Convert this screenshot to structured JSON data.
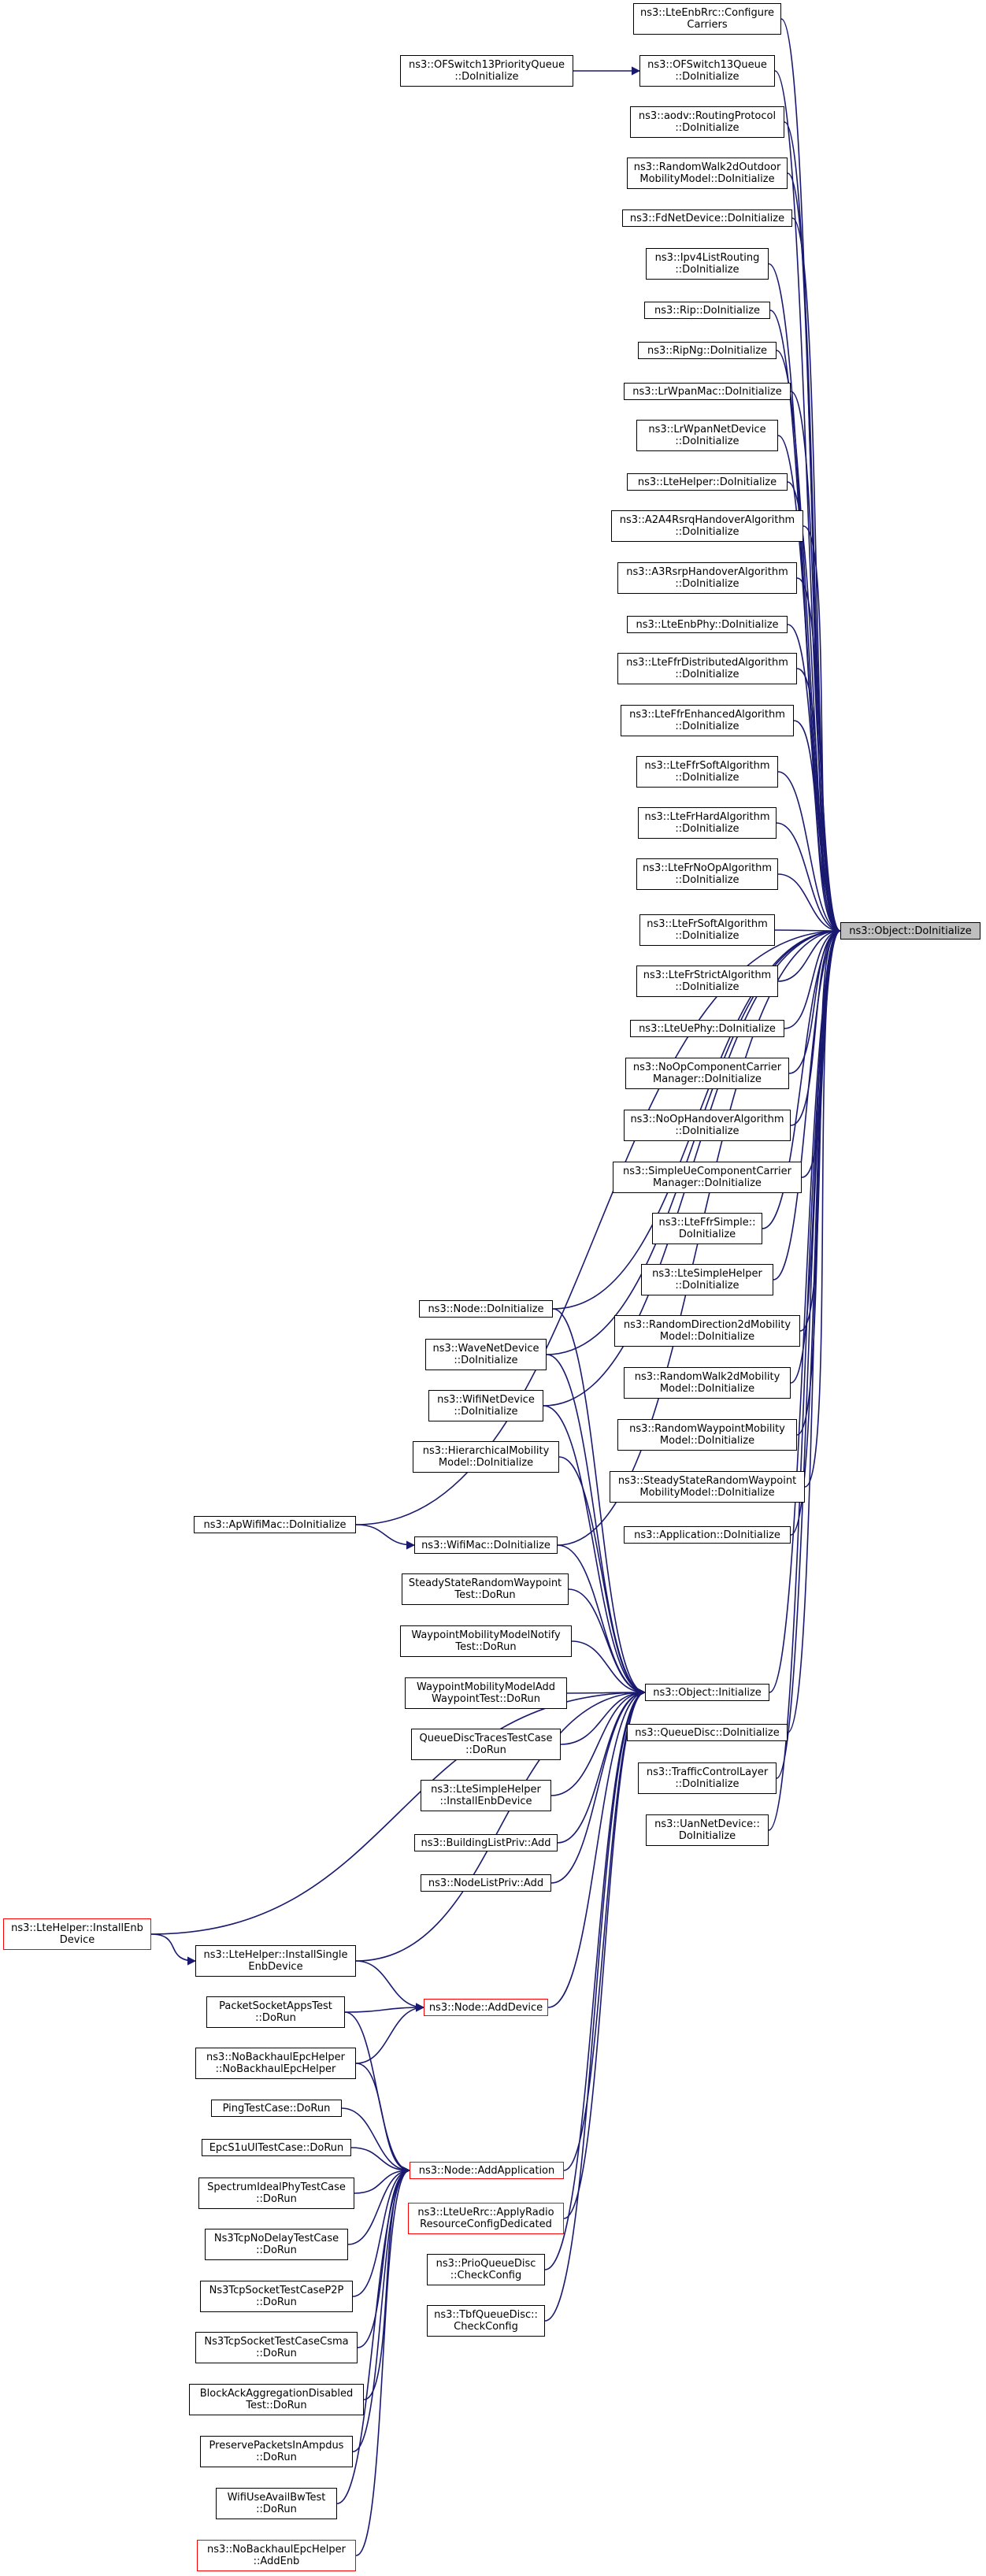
{
  "colors": {
    "edge": "#191970",
    "highlight_fill": "#bfbfbf",
    "red_border": "#ff0000",
    "border": "#000000"
  },
  "nodes": {
    "object_doinitialize": {
      "lines": [
        "ns3::Object::DoInitialize"
      ]
    },
    "object_initialize": {
      "lines": [
        "ns3::Object::Initialize"
      ]
    },
    "node_adddevice": {
      "lines": [
        "ns3::Node::AddDevice"
      ]
    },
    "node_addapplication": {
      "lines": [
        "ns3::Node::AddApplication"
      ]
    },
    "lteenbrrc_configure": {
      "lines": [
        "ns3::LteEnbRrc::Configure",
        "Carriers"
      ]
    },
    "ofswitch13queue_doinit": {
      "lines": [
        "ns3::OFSwitch13Queue",
        "::DoInitialize"
      ]
    },
    "ofswitch13priorityqueue_doinit": {
      "lines": [
        "ns3::OFSwitch13PriorityQueue",
        "::DoInitialize"
      ]
    },
    "aodv_routingprotocol_doinit": {
      "lines": [
        "ns3::aodv::RoutingProtocol",
        "::DoInitialize"
      ]
    },
    "randomwalk2doutdoor_doinit": {
      "lines": [
        "ns3::RandomWalk2dOutdoor",
        "MobilityModel::DoInitialize"
      ]
    },
    "fdnetdevice_doinit": {
      "lines": [
        "ns3::FdNetDevice::DoInitialize"
      ]
    },
    "ipv4listrouting_doinit": {
      "lines": [
        "ns3::Ipv4ListRouting",
        "::DoInitialize"
      ]
    },
    "rip_doinit": {
      "lines": [
        "ns3::Rip::DoInitialize"
      ]
    },
    "ripng_doinit": {
      "lines": [
        "ns3::RipNg::DoInitialize"
      ]
    },
    "lrwpanmac_doinit": {
      "lines": [
        "ns3::LrWpanMac::DoInitialize"
      ]
    },
    "lrwpannetdevice_doinit": {
      "lines": [
        "ns3::LrWpanNetDevice",
        "::DoInitialize"
      ]
    },
    "ltehelper_doinit": {
      "lines": [
        "ns3::LteHelper::DoInitialize"
      ]
    },
    "a2a4rsrq_doinit": {
      "lines": [
        "ns3::A2A4RsrqHandoverAlgorithm",
        "::DoInitialize"
      ]
    },
    "a3rsrp_doinit": {
      "lines": [
        "ns3::A3RsrpHandoverAlgorithm",
        "::DoInitialize"
      ]
    },
    "lteenbphy_doinit": {
      "lines": [
        "ns3::LteEnbPhy::DoInitialize"
      ]
    },
    "ltefrfrdistributed_doinit": {
      "lines": [
        "ns3::LteFfrDistributedAlgorithm",
        "::DoInitialize"
      ]
    },
    "ltefrfrenhanced_doinit": {
      "lines": [
        "ns3::LteFfrEnhancedAlgorithm",
        "::DoInitialize"
      ]
    },
    "ltefrfrsoft_doinit": {
      "lines": [
        "ns3::LteFfrSoftAlgorithm",
        "::DoInitialize"
      ]
    },
    "ltefrhard_doinit": {
      "lines": [
        "ns3::LteFrHardAlgorithm",
        "::DoInitialize"
      ]
    },
    "ltefrnoop_doinit": {
      "lines": [
        "ns3::LteFrNoOpAlgorithm",
        "::DoInitialize"
      ]
    },
    "ltefrsoft_doinit": {
      "lines": [
        "ns3::LteFrSoftAlgorithm",
        "::DoInitialize"
      ]
    },
    "ltefrstrict_doinit": {
      "lines": [
        "ns3::LteFrStrictAlgorithm",
        "::DoInitialize"
      ]
    },
    "lteuephy_doinit": {
      "lines": [
        "ns3::LteUePhy::DoInitialize"
      ]
    },
    "noopcomponentcarrier_doinit": {
      "lines": [
        "ns3::NoOpComponentCarrier",
        "Manager::DoInitialize"
      ]
    },
    "noophandover_doinit": {
      "lines": [
        "ns3::NoOpHandoverAlgorithm",
        "::DoInitialize"
      ]
    },
    "simpleuecomponentcarrier_doinit": {
      "lines": [
        "ns3::SimpleUeComponentCarrier",
        "Manager::DoInitialize"
      ]
    },
    "ltefrfrsimple_doinit": {
      "lines": [
        "ns3::LteFfrSimple::",
        "DoInitialize"
      ]
    },
    "ltesimplehelper_doinit": {
      "lines": [
        "ns3::LteSimpleHelper",
        "::DoInitialize"
      ]
    },
    "randomdirection2d_doinit": {
      "lines": [
        "ns3::RandomDirection2dMobility",
        "Model::DoInitialize"
      ]
    },
    "randomwalk2d_doinit": {
      "lines": [
        "ns3::RandomWalk2dMobility",
        "Model::DoInitialize"
      ]
    },
    "randomwaypoint_doinit": {
      "lines": [
        "ns3::RandomWaypointMobility",
        "Model::DoInitialize"
      ]
    },
    "steadystaterandomwaypoint_doinit": {
      "lines": [
        "ns3::SteadyStateRandomWaypoint",
        "MobilityModel::DoInitialize"
      ]
    },
    "application_doinit": {
      "lines": [
        "ns3::Application::DoInitialize"
      ]
    },
    "node_doinit": {
      "lines": [
        "ns3::Node::DoInitialize"
      ]
    },
    "wavenetdevice_doinit": {
      "lines": [
        "ns3::WaveNetDevice",
        "::DoInitialize"
      ]
    },
    "wifinetdevice_doinit": {
      "lines": [
        "ns3::WifiNetDevice",
        "::DoInitialize"
      ]
    },
    "hierarchicalmobility_doinit": {
      "lines": [
        "ns3::HierarchicalMobility",
        "Model::DoInitialize"
      ]
    },
    "apwifimac_doinit": {
      "lines": [
        "ns3::ApWifiMac::DoInitialize"
      ]
    },
    "wifimac_doinit": {
      "lines": [
        "ns3::WifiMac::DoInitialize"
      ]
    },
    "steadystatetest_dorun": {
      "lines": [
        "SteadyStateRandomWaypoint",
        "Test::DoRun"
      ]
    },
    "waypointnotify_dorun": {
      "lines": [
        "WaypointMobilityModelNotify",
        "Test::DoRun"
      ]
    },
    "waypointadd_dorun": {
      "lines": [
        "WaypointMobilityModelAdd",
        "WaypointTest::DoRun"
      ]
    },
    "queuedisctraces_dorun": {
      "lines": [
        "QueueDiscTracesTestCase",
        "::DoRun"
      ]
    },
    "ltesimplehelper_installenb": {
      "lines": [
        "ns3::LteSimpleHelper",
        "::InstallEnbDevice"
      ]
    },
    "buildinglistpriv_add": {
      "lines": [
        "ns3::BuildingListPriv::Add"
      ]
    },
    "nodelistpriv_add": {
      "lines": [
        "ns3::NodeListPriv::Add"
      ]
    },
    "queuedisc_doinit": {
      "lines": [
        "ns3::QueueDisc::DoInitialize"
      ]
    },
    "trafficcontrollayer_doinit": {
      "lines": [
        "ns3::TrafficControlLayer",
        "::DoInitialize"
      ]
    },
    "uannetdevice_doinit": {
      "lines": [
        "ns3::UanNetDevice::",
        "DoInitialize"
      ]
    },
    "ltehelper_installenb": {
      "lines": [
        "ns3::LteHelper::InstallEnb",
        "Device"
      ]
    },
    "ltehelper_installsingleenb": {
      "lines": [
        "ns3::LteHelper::InstallSingle",
        "EnbDevice"
      ]
    },
    "packetsocketapps_dorun": {
      "lines": [
        "PacketSocketAppsTest",
        "::DoRun"
      ]
    },
    "nobackhaulepchelper_ctor": {
      "lines": [
        "ns3::NoBackhaulEpcHelper",
        "::NoBackhaulEpcHelper"
      ]
    },
    "pingtestcase_dorun": {
      "lines": [
        "PingTestCase::DoRun"
      ]
    },
    "epcs1ultest_dorun": {
      "lines": [
        "EpcS1uUlTestCase::DoRun"
      ]
    },
    "spectrumidealphy_dorun": {
      "lines": [
        "SpectrumIdealPhyTestCase",
        "::DoRun"
      ]
    },
    "ns3tcpnodelay_dorun": {
      "lines": [
        "Ns3TcpNoDelayTestCase",
        "::DoRun"
      ]
    },
    "ns3tcpsocketp2p_dorun": {
      "lines": [
        "Ns3TcpSocketTestCaseP2P",
        "::DoRun"
      ]
    },
    "ns3tcpsocketcsma_dorun": {
      "lines": [
        "Ns3TcpSocketTestCaseCsma",
        "::DoRun"
      ]
    },
    "blockackaggregation_dorun": {
      "lines": [
        "BlockAckAggregationDisabled",
        "Test::DoRun"
      ]
    },
    "preservepackets_dorun": {
      "lines": [
        "PreservePacketsInAmpdus",
        "::DoRun"
      ]
    },
    "wifiuseavailbw_dorun": {
      "lines": [
        "WifiUseAvailBwTest",
        "::DoRun"
      ]
    },
    "nobackhaulepchelper_addenb": {
      "lines": [
        "ns3::NoBackhaulEpcHelper",
        "::AddEnb"
      ]
    },
    "lteuerrc_applyradio": {
      "lines": [
        "ns3::LteUeRrc::ApplyRadio",
        "ResourceConfigDedicated"
      ]
    },
    "prioqueuedisc_checkconfig": {
      "lines": [
        "ns3::PrioQueueDisc",
        "::CheckConfig"
      ]
    },
    "tbfqueuedisc_checkconfig": {
      "lines": [
        "ns3::TbfQueueDisc::",
        "CheckConfig"
      ]
    }
  }
}
